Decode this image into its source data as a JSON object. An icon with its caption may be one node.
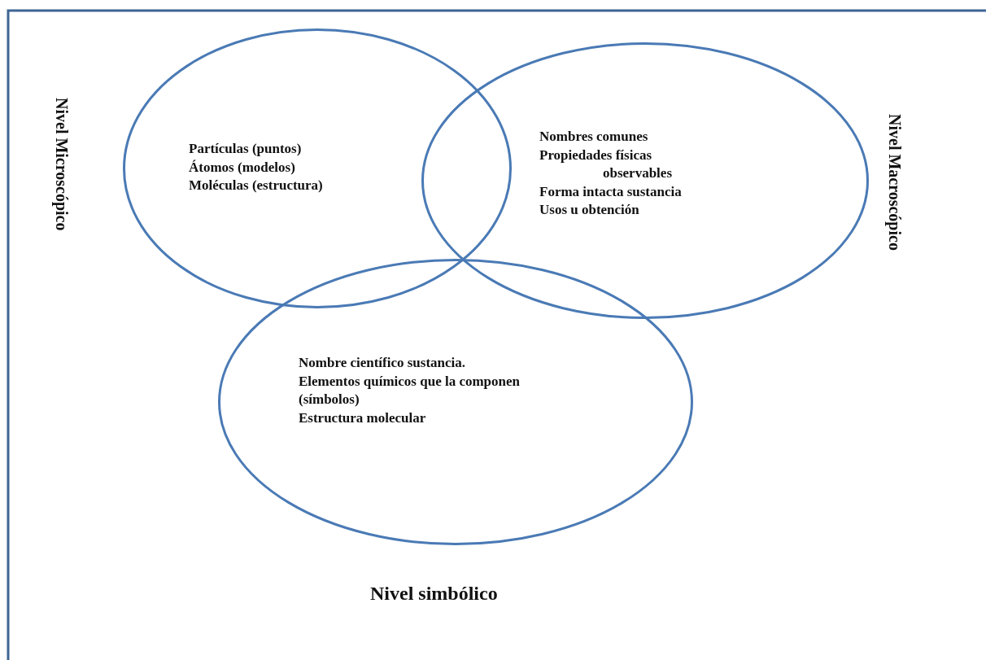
{
  "diagram": {
    "nodes": [
      {
        "text": [
          "Partículas (puntos)",
          "Átomos (modelos)",
          "Moléculas (estructura)"
        ],
        "beside": [
          "Nivel Microscópico"
        ]
      },
      {
        "text": [
          "Nombres comunes",
          "Propiedades físicas observables",
          "Forma intacta sustancia",
          "Usos u obtención"
        ],
        "beside": [
          "Nivel Macroscópico"
        ]
      },
      {
        "text": [
          "Nombre científico sustancia.",
          "Elementos químicos que la componen (símbolos)",
          "Estructura molecular"
        ],
        "beside": [
          "Nivel simbólico"
        ]
      }
    ],
    "edges": []
  }
}
